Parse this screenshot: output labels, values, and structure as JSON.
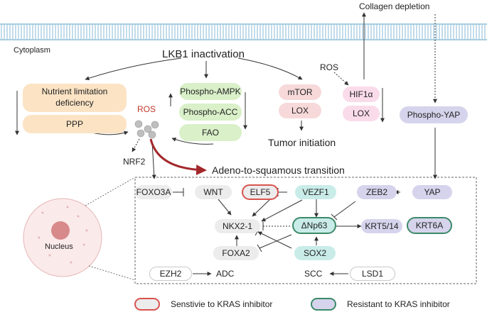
{
  "top": {
    "collagen_depletion": "Collagen depletion",
    "cytoplasm": "Cytoplasm",
    "lkb1": "LKB1 inactivation",
    "ros_upper": "ROS",
    "ros_center": "ROS",
    "nrf2": "NRF2",
    "tumor_initiation": "Tumor initiation",
    "transition": "Adeno-to-squamous transition",
    "nucleus": "Nucleus"
  },
  "nodes": {
    "nutrient": "Nutrient limitation\ndeficiency",
    "ppp": "PPP",
    "phospho_ampk": "Phospho-AMPK",
    "phospho_acc": "Phospho-ACC",
    "fao": "FAO",
    "mtor": "mTOR",
    "lox1": "LOX",
    "hif1a": "HIF1α",
    "lox2": "LOX",
    "phospho_yap": "Phospho-YAP",
    "foxo3a": "FOXO3A",
    "wnt": "WNT",
    "elf5": "ELF5",
    "vezf1": "VEZF1",
    "zeb2": "ZEB2",
    "yap": "YAP",
    "nkx2": "NKX2-1",
    "dnp63": "ΔNp63",
    "krt514": "KRT5/14",
    "krt6a": "KRT6A",
    "foxa2": "FOXA2",
    "sox2": "SOX2",
    "ezh2": "EZH2",
    "adc": "ADC",
    "scc": "SCC",
    "lsd1": "LSD1"
  },
  "legend": {
    "sensitive": "Senstivie to KRAS inhibitor",
    "resistant": "Resistant to KRAS inhibitor"
  },
  "colors": {
    "ros_red": "#c0392b",
    "transition_arrow": "#a3282c",
    "sensitive_ring": "#d9534f",
    "resistant_ring": "#3b8a68",
    "membrane": "#b9d6e6"
  }
}
